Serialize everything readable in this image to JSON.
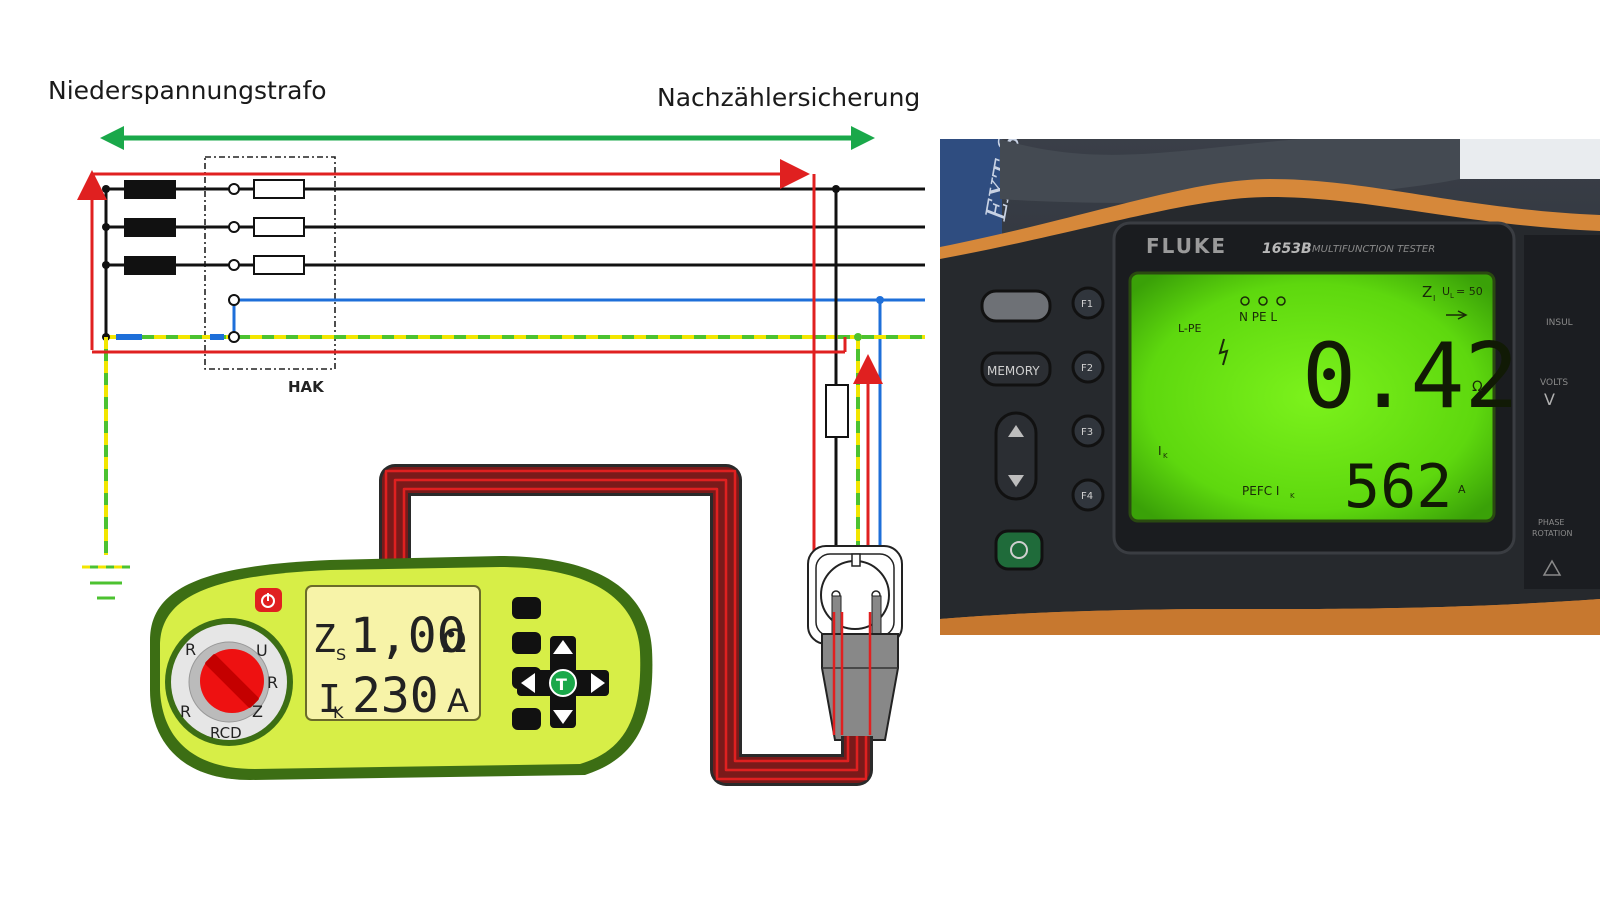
{
  "labels": {
    "left": "Niederspannungstrafo",
    "right": "Nachzählersicherung",
    "box": "HAK"
  },
  "tester_illustration": {
    "dial": {
      "top_left": "R",
      "top_right": "U",
      "right": "R",
      "bottom_right": "Z",
      "bottom_left": "R",
      "bottom": "RCD"
    },
    "display": {
      "line1_symbol": "Z",
      "line1_sub": "S",
      "line1_value": "1,00",
      "line1_unit": "Ω",
      "line2_symbol": "I",
      "line2_sub": "K",
      "line2_value": "230",
      "line2_unit": "A"
    },
    "center_button": "T"
  },
  "fluke_photo": {
    "brand": "FLUKE",
    "model": "1653B",
    "model_desc": "MULTIFUNCTION TESTER",
    "buttons": {
      "memory": "MEMORY",
      "f1": "F1",
      "f2": "F2",
      "f3": "F3",
      "f4": "F4"
    },
    "side_text": {
      "insul": "INSUL",
      "volts": "VOLTS",
      "volts_unit": "V",
      "phase": "PHASE",
      "rotation": "ROTATION",
      "left_text": "EXT STE"
    },
    "lcd": {
      "mode": "L-PE",
      "indicators": "N PE L",
      "header": "Z",
      "header_sub": "I",
      "ul_label": "U",
      "ul_sub": "L",
      "ul_value": "= 50",
      "main_value": "0.42",
      "main_unit": "Ω",
      "ik_label": "I",
      "ik_sub": "K",
      "pefc_label": "PEFC I",
      "pefc_sub": "K",
      "sub_value": "562",
      "sub_unit": "A"
    }
  },
  "colors": {
    "phase_red": "#e02020",
    "neutral_blue": "#1e6fd9",
    "pe_green": "#4cc230",
    "pe_yellow": "#f2e600",
    "arrow_green": "#1aa84a",
    "tester_body": "#d7ee47",
    "lcd_green": "#66e010"
  }
}
